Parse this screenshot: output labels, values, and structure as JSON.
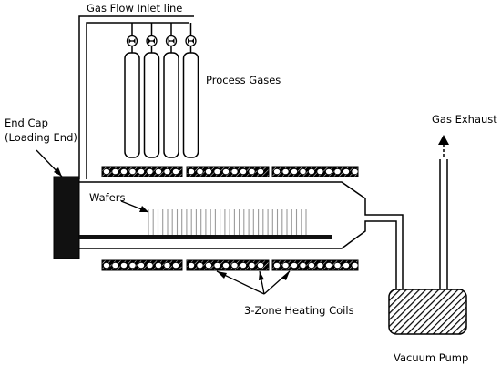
{
  "labels": {
    "gas_flow_inlet": "Gas Flow Inlet line",
    "process_gases": "Process Gases",
    "end_cap_line1": "End Cap",
    "end_cap_line2": "(Loading End)",
    "gas_exhaust": "Gas Exhaust",
    "wafers": "Wafers",
    "heating_coils": "3-Zone Heating Coils",
    "vacuum_pump": "Vacuum Pump"
  },
  "counts": {
    "gas_cylinders": 4,
    "heating_zones": 3,
    "wafers": 34
  },
  "colors": {
    "line": "#000000",
    "wafer": "#9a9a9a",
    "fill": "#ffffff"
  }
}
